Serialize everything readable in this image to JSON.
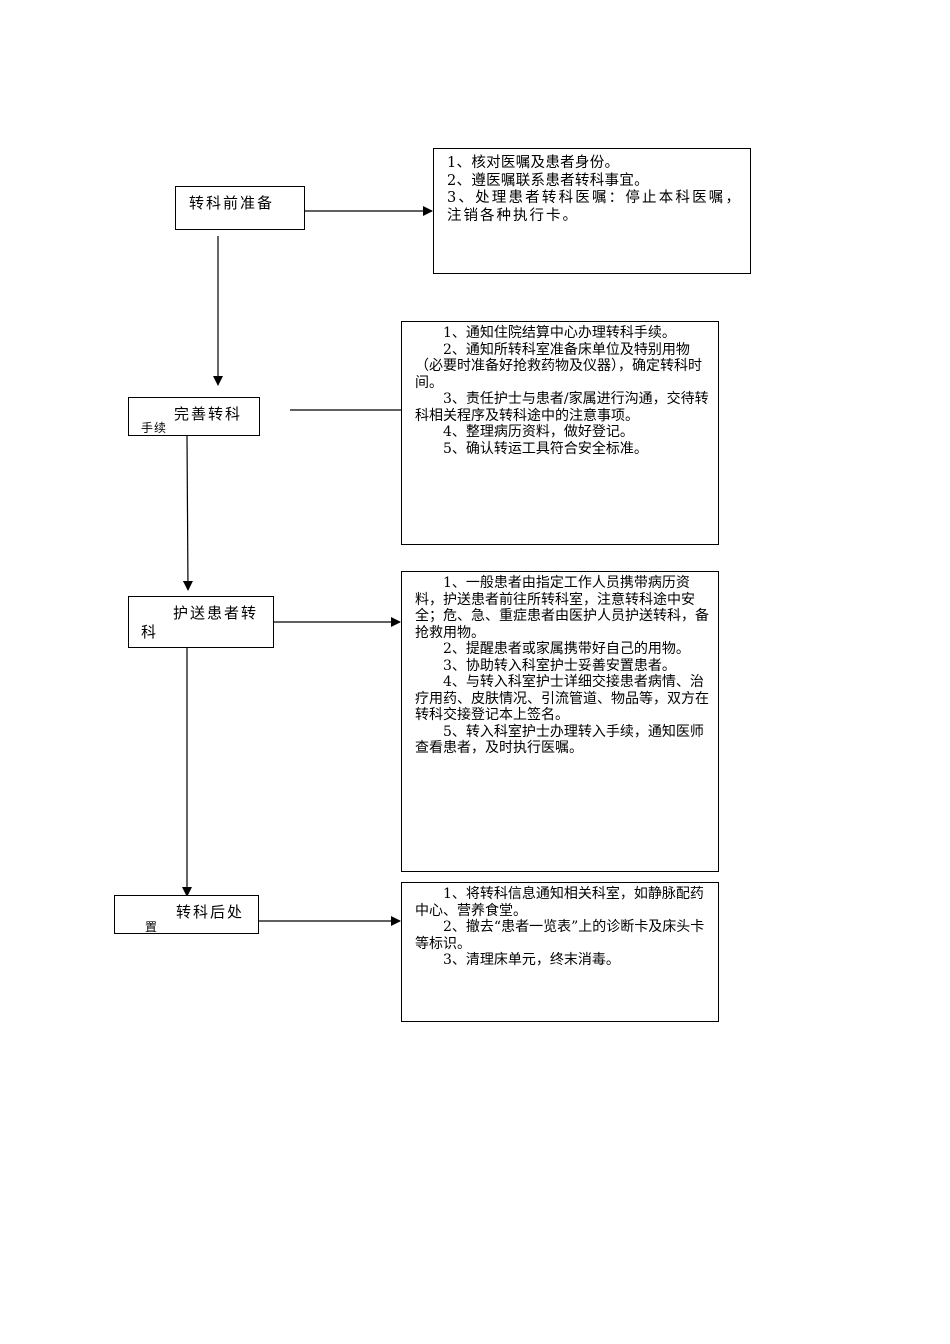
{
  "steps": [
    {
      "line1": "转科前准备",
      "line2": ""
    },
    {
      "line1": "完善转科",
      "line2": "手续"
    },
    {
      "line1": "护送患者转",
      "line2": "科"
    },
    {
      "line1": "转科后处",
      "line2": "置"
    }
  ],
  "details": [
    {
      "items": [
        "1、核对医嘱及患者身份。",
        "2、遵医嘱联系患者转科事宜。",
        "3、处理患者转科医嘱：停止本科医嘱，注销各种执行卡。"
      ]
    },
    {
      "items": [
        "1、通知住院结算中心办理转科手续。",
        "2、通知所转科室准备床单位及特别用物（必要时准备好抢救药物及仪器），确定转科时间。",
        "3、责任护士与患者/家属进行沟通，交待转科相关程序及转科途中的注意事项。",
        "4、整理病历资料，做好登记。",
        "5、确认转运工具符合安全标准。"
      ]
    },
    {
      "items": [
        "1、一般患者由指定工作人员携带病历资料，护送患者前往所转科室，注意转科途中安全；危、急、重症患者由医护人员护送转科，备抢救用物。",
        "2、提醒患者或家属携带好自己的用物。",
        "3、协助转入科室护士妥善安置患者。",
        "4、与转入科室护士详细交接患者病情、治疗用药、皮肤情况、引流管道、物品等，双方在转科交接登记本上签名。",
        "5、转入科室护士办理转入手续，通知医师查看患者，及时执行医嘱。"
      ]
    },
    {
      "items": [
        "1、将转科信息通知相关科室，如静脉配药中心、营养食堂。",
        "2、撤去“患者一览表”上的诊断卡及床头卡等标识。",
        "3、清理床单元，终末消毒。"
      ]
    }
  ]
}
